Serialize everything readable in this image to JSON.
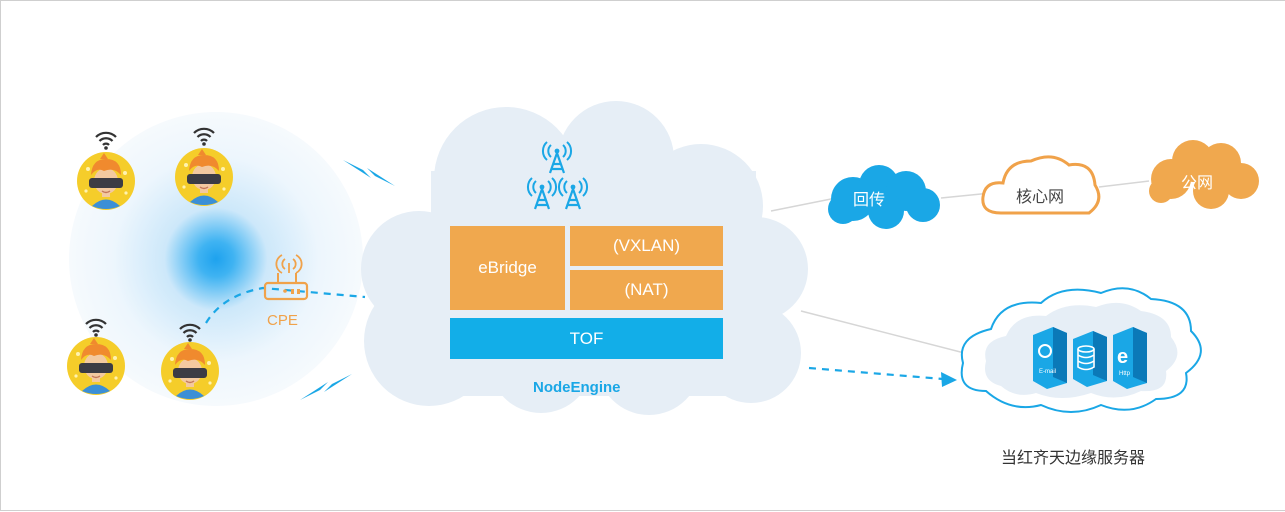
{
  "cpe": {
    "label": "CPE"
  },
  "node_engine": {
    "label": "NodeEngine",
    "blocks": {
      "ebridge": "eBridge",
      "vxlan": "(VXLAN)",
      "nat": "(NAT)",
      "tof": "TOF"
    }
  },
  "network": {
    "backhaul": "回传",
    "core": "核心网",
    "public": "公网"
  },
  "edge_server": {
    "label": "当红齐天边缘服务器",
    "icons": [
      "email-icon",
      "database-icon",
      "http-icon"
    ],
    "icon_texts": {
      "email": "E-mail",
      "http": "Http"
    }
  },
  "users": [
    "vr-user-icon",
    "vr-user-icon",
    "vr-user-icon",
    "vr-user-icon"
  ],
  "colors": {
    "orange": "#f0a84e",
    "blue": "#12aee8",
    "cloud": "#e6eef6",
    "line": "#d6d6d6"
  }
}
